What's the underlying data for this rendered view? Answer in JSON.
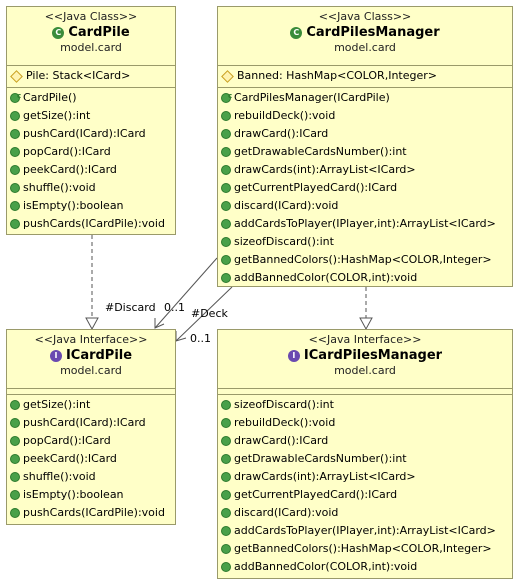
{
  "classes": {
    "card_pile": {
      "stereotype": "<<Java Class>>",
      "name": "CardPile",
      "package": "model.card",
      "fields": [
        "Pile: Stack<ICard>"
      ],
      "constructors": [
        "CardPile()"
      ],
      "methods": [
        "getSize():int",
        "pushCard(ICard):ICard",
        "popCard():ICard",
        "peekCard():ICard",
        "shuffle():void",
        "isEmpty():boolean",
        "pushCards(ICardPile):void"
      ]
    },
    "card_piles_manager": {
      "stereotype": "<<Java Class>>",
      "name": "CardPilesManager",
      "package": "model.card",
      "fields": [
        "Banned: HashMap<COLOR,Integer>"
      ],
      "constructors": [
        "CardPilesManager(ICardPile)"
      ],
      "methods": [
        "rebuildDeck():void",
        "drawCard():ICard",
        "getDrawableCardsNumber():int",
        "drawCards(int):ArrayList<ICard>",
        "getCurrentPlayedCard():ICard",
        "discard(ICard):void",
        "addCardsToPlayer(IPlayer,int):ArrayList<ICard>",
        "sizeofDiscard():int",
        "getBannedColors():HashMap<COLOR,Integer>",
        "addBannedColor(COLOR,int):void"
      ]
    }
  },
  "interfaces": {
    "icard_pile": {
      "stereotype": "<<Java Interface>>",
      "name": "ICardPile",
      "package": "model.card",
      "methods": [
        "getSize():int",
        "pushCard(ICard):ICard",
        "popCard():ICard",
        "peekCard():ICard",
        "shuffle():void",
        "isEmpty():boolean",
        "pushCards(ICardPile):void"
      ]
    },
    "icard_piles_manager": {
      "stereotype": "<<Java Interface>>",
      "name": "ICardPilesManager",
      "package": "model.card",
      "methods": [
        "sizeofDiscard():int",
        "rebuildDeck():void",
        "drawCard():ICard",
        "getDrawableCardsNumber():int",
        "drawCards(int):ArrayList<ICard>",
        "getCurrentPlayedCard():ICard",
        "discard(ICard):void",
        "addCardsToPlayer(IPlayer,int):ArrayList<ICard>",
        "getBannedColors():HashMap<COLOR,Integer>",
        "addBannedColor(COLOR,int):void"
      ]
    }
  },
  "associations": {
    "discard_role": "#Discard",
    "discard_multiplicity": "0..1",
    "deck_role": "#Deck",
    "deck_multiplicity": "0..1"
  },
  "colors": {
    "box_fill": "#ffffc8",
    "box_border": "#9a9a6a"
  }
}
